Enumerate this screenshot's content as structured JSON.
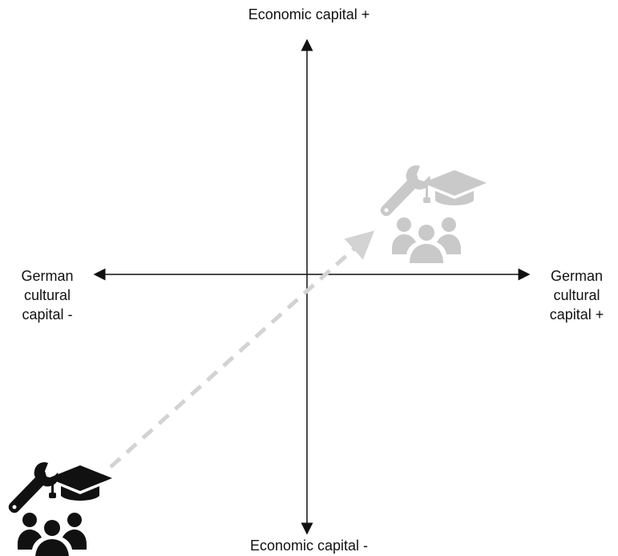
{
  "axes": {
    "y_positive_label": "Economic capital +",
    "y_negative_label": "Economic capital -",
    "x_negative_label": [
      "German",
      "cultural",
      "capital -"
    ],
    "x_positive_label": [
      "German",
      "cultural",
      "capital +"
    ]
  },
  "colors": {
    "axis": "#111111",
    "start_icons": "#111111",
    "end_icons": "#c9c9c9",
    "trajectory": "#d3d3d3"
  },
  "icons": {
    "start": [
      "wrench-icon",
      "graduation-cap-icon",
      "people-group-icon"
    ],
    "end": [
      "wrench-icon",
      "graduation-cap-icon",
      "people-group-icon"
    ]
  },
  "trajectory": {
    "style": "dashed",
    "direction": "from lower-left toward upper-right quadrant"
  }
}
